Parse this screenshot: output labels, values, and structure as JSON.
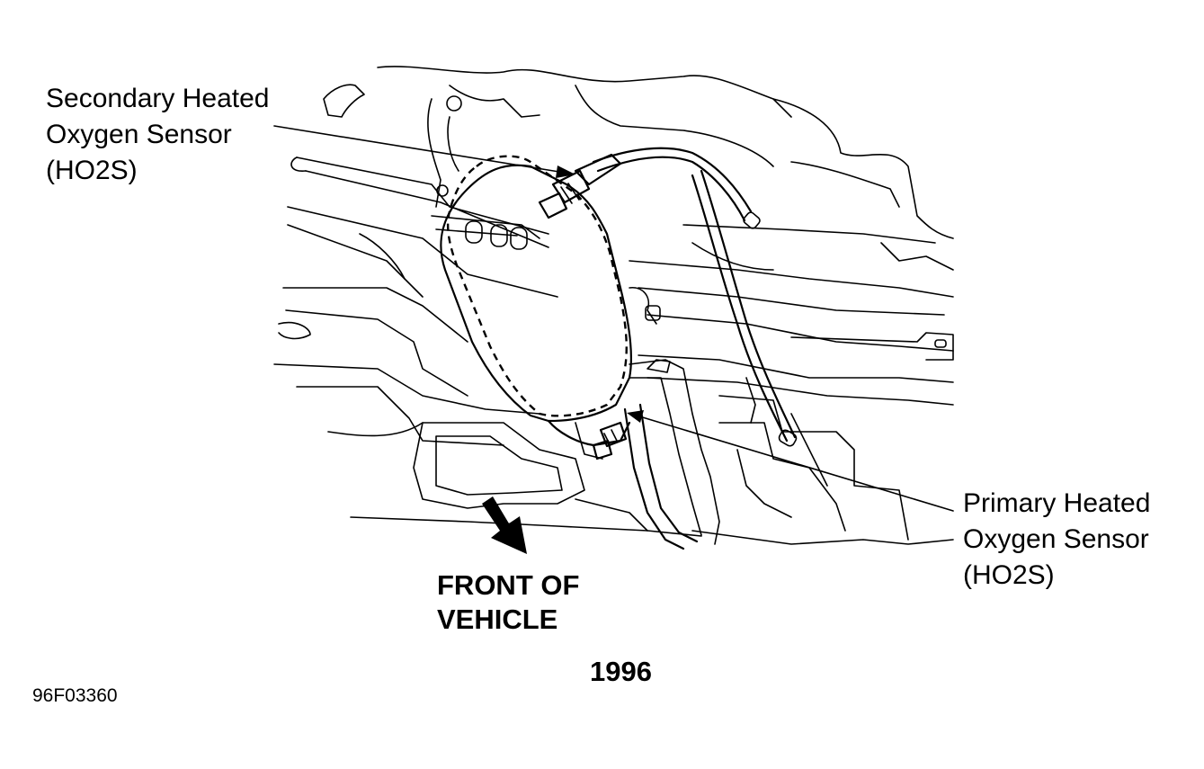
{
  "callouts": {
    "secondary": {
      "line1": "Secondary Heated",
      "line2": "Oxygen Sensor",
      "line3": "(HO2S)"
    },
    "primary": {
      "line1": "Primary Heated",
      "line2": "Oxygen Sensor",
      "line3": "(HO2S)"
    }
  },
  "direction": {
    "line1": "FRONT OF",
    "line2": "VEHICLE"
  },
  "year": "1996",
  "figure_code": "96F03360",
  "colors": {
    "ink": "#000000",
    "paper": "#ffffff"
  }
}
